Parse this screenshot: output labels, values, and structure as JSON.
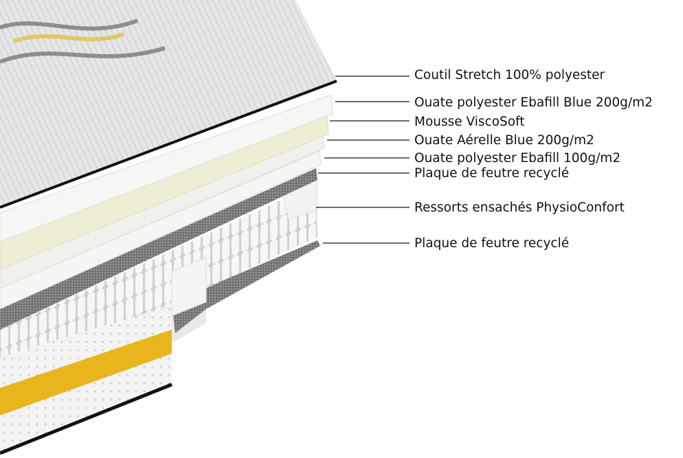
{
  "diagram": {
    "subject": "mattress-layers",
    "labels": [
      "Coutil Stretch 100% polyester",
      "Ouate polyester Ebafill Blue 200g/m2",
      "Mousse ViscoSoft",
      "Ouate Aérelle Blue 200g/m2",
      "Ouate polyester Ebafill 100g/m2",
      "Plaque de feutre recyclé",
      "Ressorts ensachés PhysioConfort",
      "Plaque de feutre recyclé"
    ],
    "colors": {
      "cover": "#e4e4e6",
      "white_layer": "#f4f4f2",
      "viscosoft": "#eeeed4",
      "felt": "#7a7a7a",
      "accent_band": "#e8b51c",
      "border": "#111111"
    }
  }
}
